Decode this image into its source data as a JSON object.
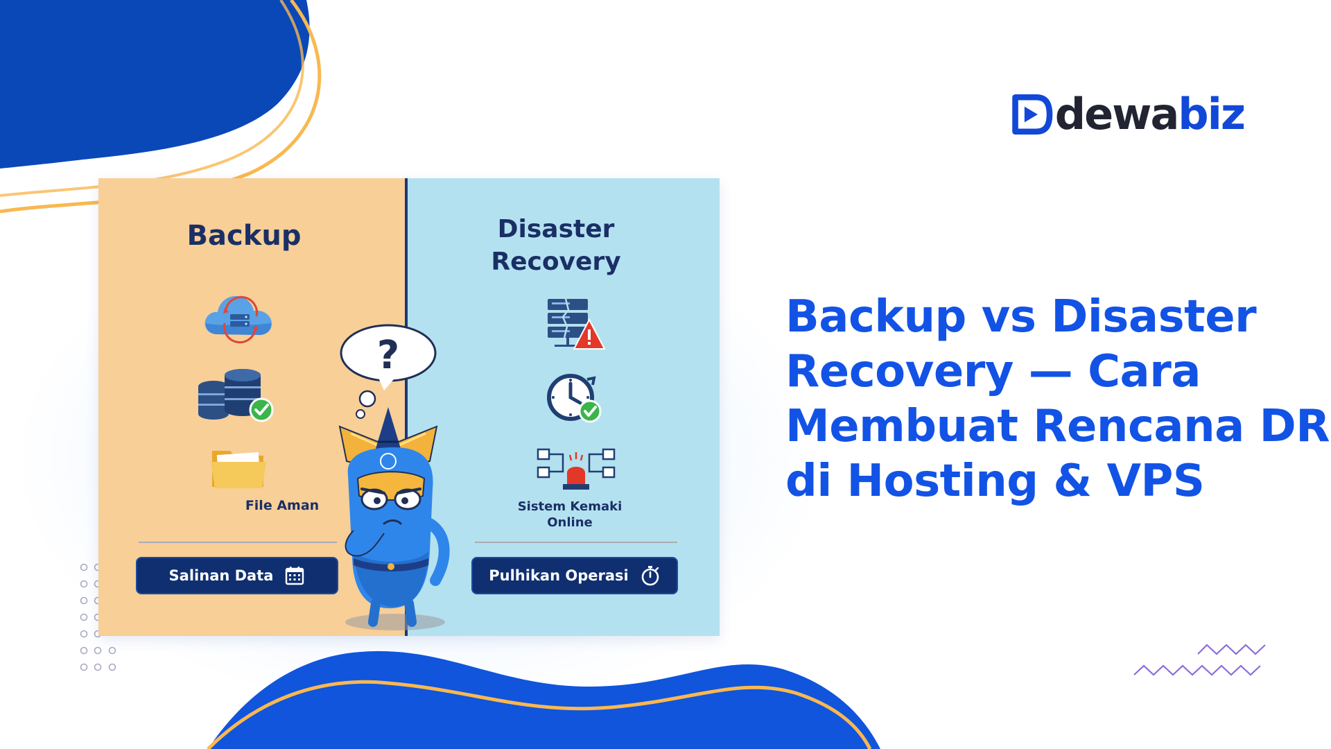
{
  "brand": {
    "name_part1": "dewa",
    "name_part2": "biz",
    "colors": {
      "primary_blue": "#1253e6",
      "dark_navy": "#0f2f70",
      "accent_orange": "#f9b850",
      "text_dark": "#222432"
    }
  },
  "headline": {
    "lines": [
      "Backup vs Disaster",
      "Recovery — Cara",
      "Membuat Rencana DRP",
      "di Hosting & VPS"
    ]
  },
  "card": {
    "backup": {
      "title": "Backup",
      "caption": "File Aman",
      "button_label": "Salinan Data",
      "icons": [
        "cloud-sync-icon",
        "database-check-icon",
        "folder-icon",
        "calendar-icon"
      ]
    },
    "disaster_recovery": {
      "title_line1": "Disaster",
      "title_line2": "Recovery",
      "caption_line1": "Sistem Kemaki",
      "caption_line2": "Online",
      "button_label": "Pulhikan Operasi",
      "icons": [
        "server-warning-icon",
        "clock-check-icon",
        "network-alarm-icon",
        "stopwatch-icon"
      ]
    },
    "mascot": {
      "thought_bubble": "?"
    },
    "colors": {
      "backup_bg": "#f7cf97",
      "dr_bg": "#b4e1ef",
      "heading": "#1a2f66"
    }
  }
}
